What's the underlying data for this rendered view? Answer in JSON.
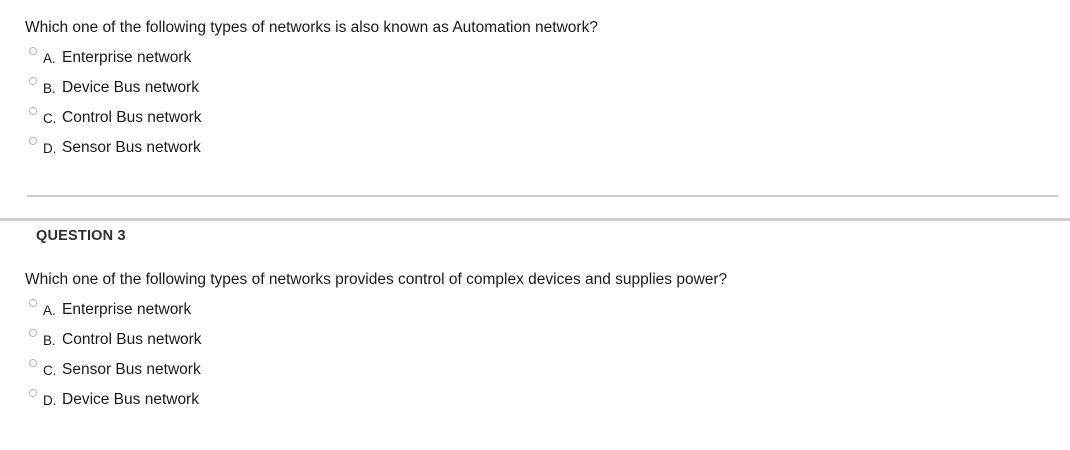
{
  "page": {
    "background_color": "#ffffff",
    "text_color": "#1a1a1a",
    "separator_color": "#cccccc",
    "radio_border_color": "#b9b9b9"
  },
  "questions": [
    {
      "header": "",
      "text": "Which one of the following types of networks is also known as Automation network?",
      "options": [
        {
          "letter": "A.",
          "text": "Enterprise network",
          "selected": false
        },
        {
          "letter": "B.",
          "text": "Device Bus network",
          "selected": false
        },
        {
          "letter": "C.",
          "text": "Control Bus network",
          "selected": false
        },
        {
          "letter": "D.",
          "text": "Sensor Bus network",
          "selected": false
        }
      ]
    },
    {
      "header": "QUESTION 3",
      "text": "Which one of the following types of networks provides control of complex devices and supplies power?",
      "options": [
        {
          "letter": "A.",
          "text": "Enterprise network",
          "selected": false
        },
        {
          "letter": "B.",
          "text": "Control Bus network",
          "selected": false
        },
        {
          "letter": "C.",
          "text": "Sensor Bus network",
          "selected": false
        },
        {
          "letter": "D.",
          "text": "Device Bus network",
          "selected": false
        }
      ]
    }
  ]
}
